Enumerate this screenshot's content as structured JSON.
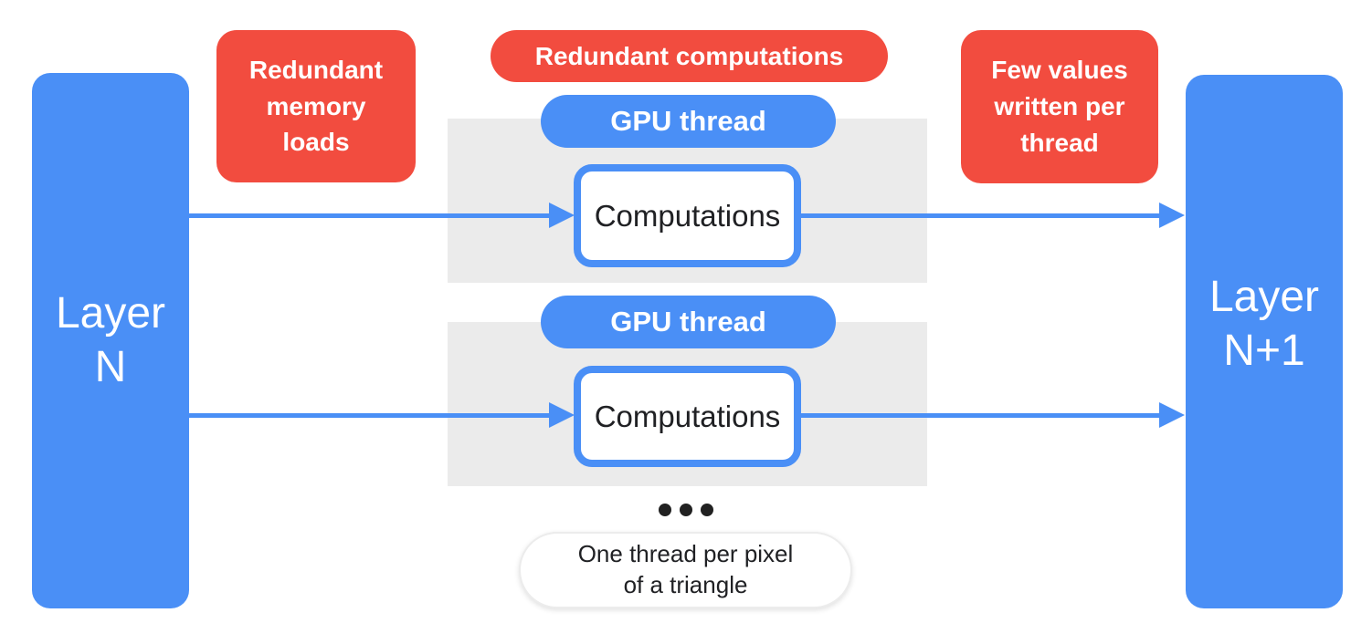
{
  "colors": {
    "blue": "#4A8FF6",
    "red": "#F24C3F",
    "panel_gray": "#EBEBEB",
    "text_dark": "#202124",
    "dot_black": "#212121",
    "white": "#FFFFFF"
  },
  "layers": {
    "left": {
      "label": "Layer\nN"
    },
    "right": {
      "label": "Layer\nN+1"
    }
  },
  "annotations": {
    "memory": {
      "label": "Redundant\nmemory\nloads"
    },
    "computations": {
      "label": "Redundant computations"
    },
    "few_values": {
      "label": "Few values\nwritten per\nthread"
    }
  },
  "threads": [
    {
      "gpu_label": "GPU thread",
      "comp_label": "Computations"
    },
    {
      "gpu_label": "GPU thread",
      "comp_label": "Computations"
    }
  ],
  "footnote": {
    "label": "One thread per pixel\nof a triangle"
  }
}
